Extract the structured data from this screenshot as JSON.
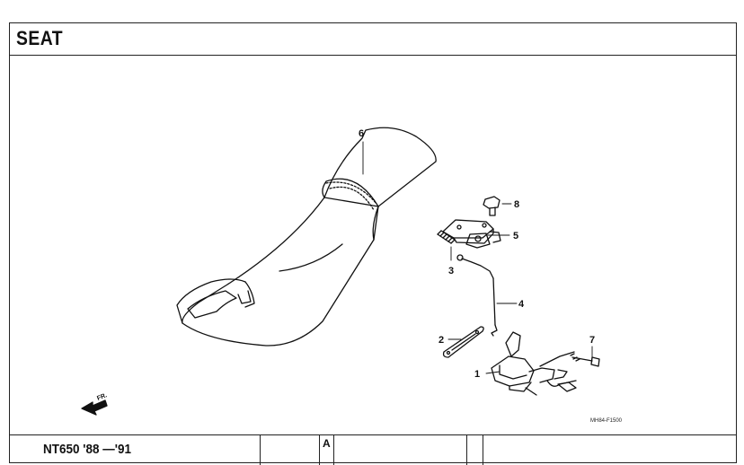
{
  "header": {
    "title": "SEAT"
  },
  "diagram": {
    "callouts": [
      "1",
      "2",
      "3",
      "4",
      "5",
      "6",
      "7",
      "8"
    ],
    "front_label": "FR.",
    "drawing_number": "MH84-F1500"
  },
  "footer": {
    "model": "NT650 '88 —'91",
    "region_code": "A"
  }
}
